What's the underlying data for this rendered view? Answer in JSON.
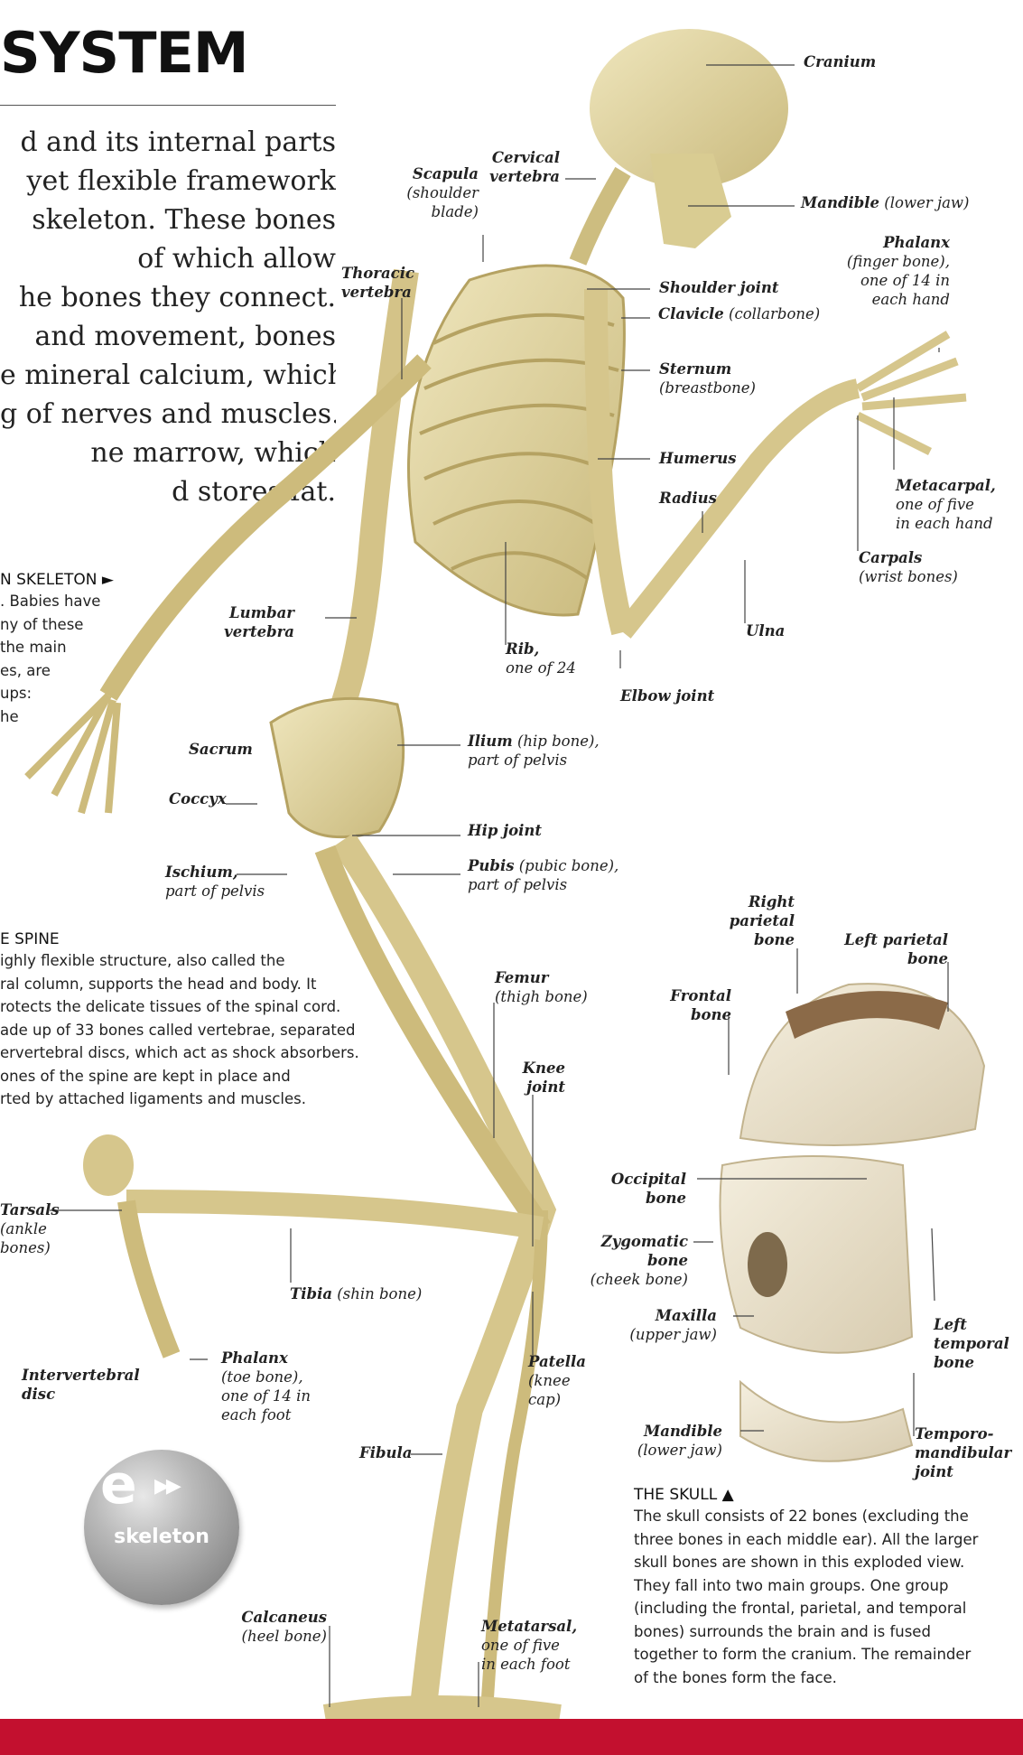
{
  "page": {
    "title": "SYSTEM",
    "intro_lines": [
      "d and its internal parts",
      " yet flexible framework",
      "skeleton. These bones",
      " of which allow",
      "he bones they connect.",
      " and movement, bones",
      "e mineral calcium, which",
      "g of nerves and muscles.",
      "ne marrow, which",
      "d stores fat."
    ]
  },
  "skeleton_section": {
    "heading": "N SKELETON ►",
    "lines": [
      ". Babies have",
      "ny of these",
      "the main",
      "es, are",
      "ups:",
      "he"
    ]
  },
  "spine_section": {
    "heading": "E SPINE",
    "lines": [
      "ighly flexible structure, also called the",
      "ral column, supports the head and body. It",
      "rotects the delicate tissues of the spinal cord.",
      "ade up of 33 bones called vertebrae, separated",
      "ervertebral discs, which act as shock absorbers.",
      "ones of the spine are kept in place and",
      "rted by attached ligaments and muscles."
    ]
  },
  "skull_section": {
    "heading": "THE SKULL ▲",
    "lines": [
      "The skull consists of 22 bones (excluding the",
      "three bones in each middle ear). All the larger",
      "skull bones are shown in this exploded view.",
      "They fall into two main groups. One group",
      "(including the frontal, parietal, and temporal",
      "bones) surrounds the brain and is fused",
      "together to form the cranium. The remainder",
      "of the bones form the face."
    ]
  },
  "labels": {
    "cranium": {
      "b": "Cranium",
      "t": ""
    },
    "cervical": {
      "b": "Cervical",
      "b2": "vertebra"
    },
    "scapula": {
      "b": "Scapula",
      "l2": "(shoulder",
      "l3": "blade)"
    },
    "mandible": {
      "b": "Mandible",
      "t": " (lower jaw)"
    },
    "phalanx_hand": {
      "b": "Phalanx",
      "l2": "(finger bone),",
      "l3": "one of 14 in",
      "l4": "each hand"
    },
    "thoracic": {
      "b": "Thoracic",
      "b2": "vertebra"
    },
    "shoulder": {
      "b": "Shoulder joint"
    },
    "clavicle": {
      "b": "Clavicle",
      "t": " (collarbone)"
    },
    "sternum": {
      "b": "Sternum",
      "l2": "(breastbone)"
    },
    "humerus": {
      "b": "Humerus"
    },
    "radius": {
      "b": "Radius"
    },
    "metacarpal": {
      "b": "Metacarpal,",
      "l2": "one of five",
      "l3": "in each hand"
    },
    "carpals": {
      "b": "Carpals",
      "l2": "(wrist bones)"
    },
    "lumbar": {
      "b": "Lumbar",
      "b2": "vertebra"
    },
    "rib": {
      "b": "Rib,",
      "l2": "one of 24"
    },
    "ulna": {
      "b": "Ulna"
    },
    "elbow": {
      "b": "Elbow joint"
    },
    "sacrum": {
      "b": "Sacrum"
    },
    "ilium": {
      "b": "Ilium",
      "t": " (hip bone),",
      "l2": "part of pelvis"
    },
    "coccyx": {
      "b": "Coccyx"
    },
    "hip": {
      "b": "Hip joint"
    },
    "ischium": {
      "b": "Ischium,",
      "l2": "part of pelvis"
    },
    "pubis": {
      "b": "Pubis",
      "t": " (pubic bone),",
      "l2": "part of pelvis"
    },
    "right_parietal": {
      "b": "Right",
      "b2": "parietal",
      "b3": "bone"
    },
    "left_parietal": {
      "b": "Left parietal",
      "b2": "bone"
    },
    "frontal": {
      "b": "Frontal",
      "b2": "bone"
    },
    "femur": {
      "b": "Femur",
      "l2": "(thigh bone)"
    },
    "knee": {
      "b": "Knee",
      "b2": "joint"
    },
    "occipital": {
      "b": "Occipital",
      "b2": "bone"
    },
    "zygomatic": {
      "b": "Zygomatic",
      "b2": "bone",
      "l3": "(cheek bone)"
    },
    "tarsals": {
      "b": "Tarsals",
      "l2": "(ankle",
      "l3": "bones)"
    },
    "tibia": {
      "b": "Tibia",
      "t": " (shin bone)"
    },
    "maxilla": {
      "b": "Maxilla",
      "l2": "(upper jaw)"
    },
    "left_temporal": {
      "b": "Left",
      "b2": "temporal",
      "b3": "bone"
    },
    "intervertebral": {
      "b": "Intervertebral",
      "b2": "disc"
    },
    "phalanx_foot": {
      "b": "Phalanx",
      "l2": "(toe bone),",
      "l3": "one of 14 in",
      "l4": "each foot"
    },
    "patella": {
      "b": "Patella",
      "l2": "(knee",
      "l3": "cap)"
    },
    "mandible2": {
      "b": "Mandible",
      "l2": "(lower jaw)"
    },
    "temporo": {
      "b": "Temporo-",
      "b2": "mandibular",
      "b3": "joint"
    },
    "fibula": {
      "b": "Fibula"
    },
    "calcaneus": {
      "b": "Calcaneus",
      "l2": "(heel bone)"
    },
    "metatarsal": {
      "b": "Metatarsal,",
      "l2": "one of five",
      "l3": "in each foot"
    }
  },
  "ebook_button": {
    "label": "skeleton",
    "icon": "e-link-icon"
  },
  "colors": {
    "bone": "#e3d8a8",
    "bone_shadow": "#b8a66a",
    "accent_red": "#c3102f"
  }
}
